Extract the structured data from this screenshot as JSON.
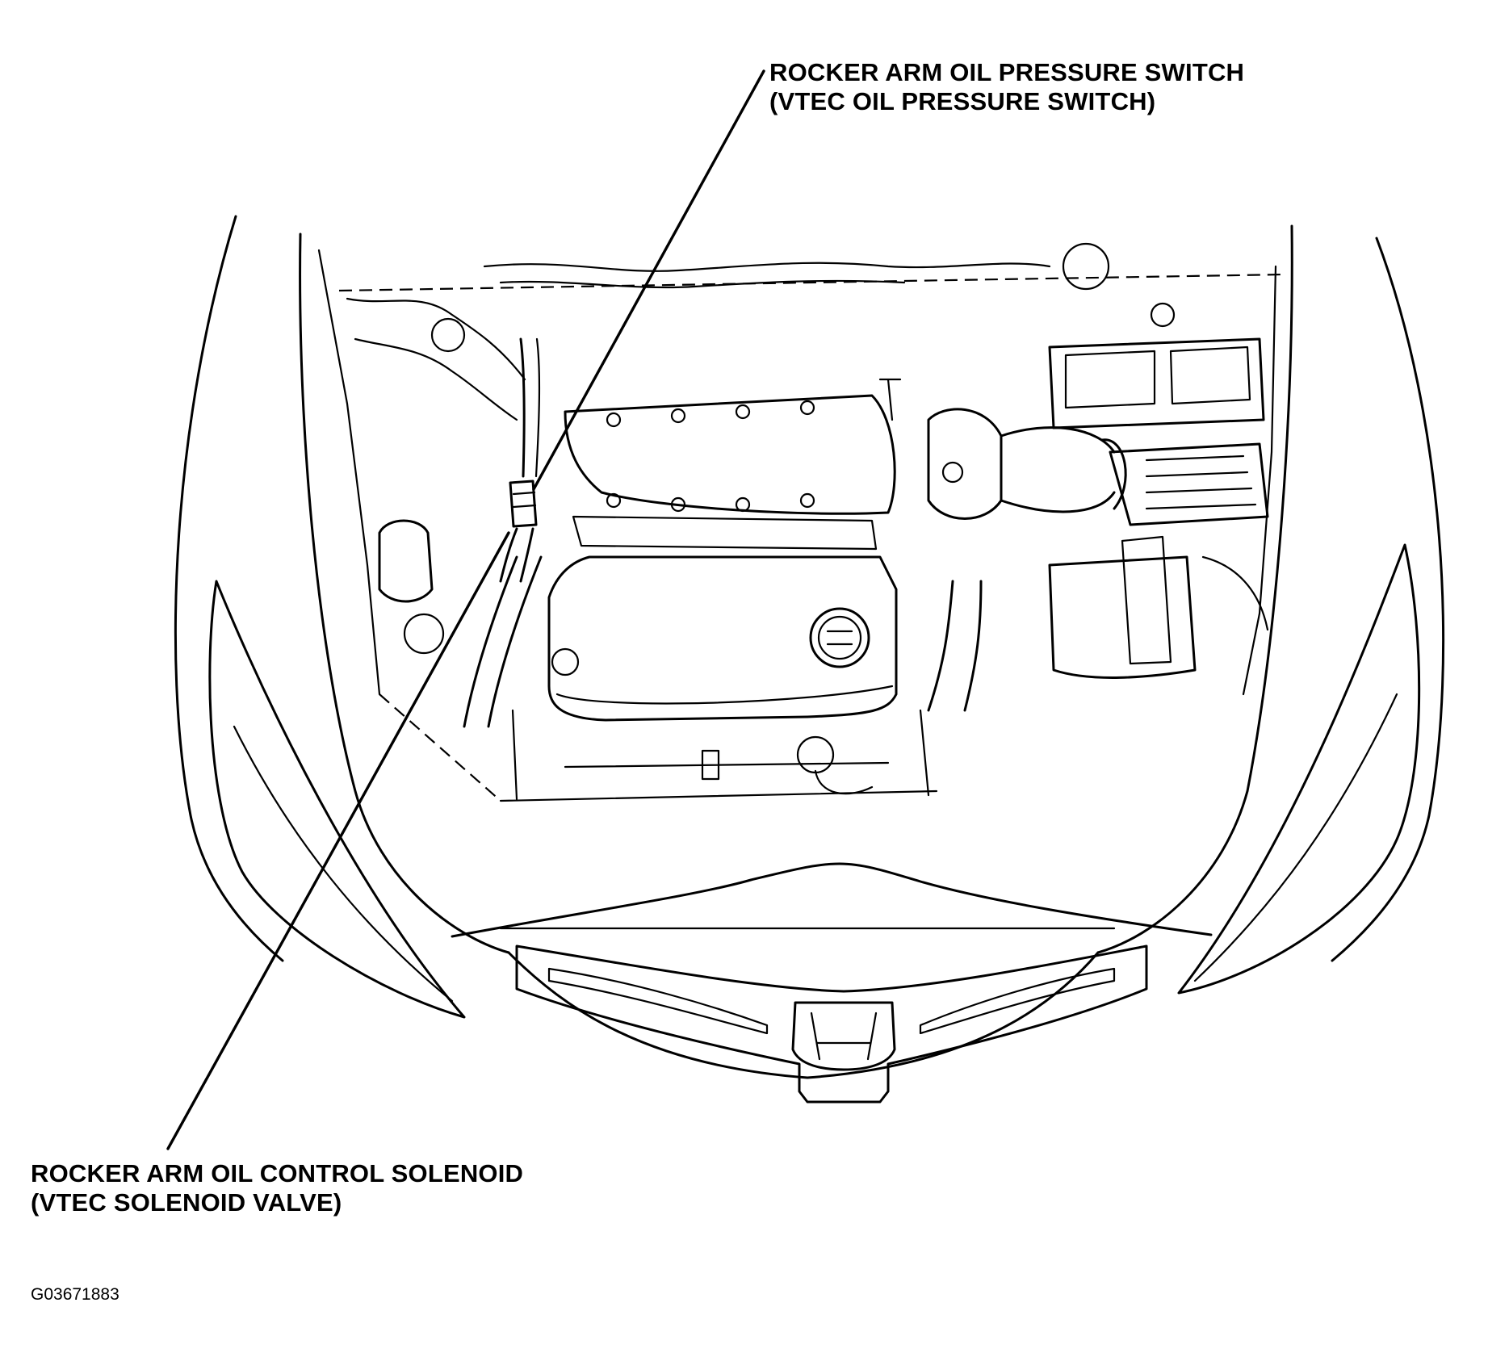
{
  "callouts": {
    "pressure_switch": {
      "line1": "ROCKER ARM OIL PRESSURE SWITCH",
      "line2": "(VTEC OIL PRESSURE SWITCH)"
    },
    "solenoid": {
      "line1": "ROCKER ARM OIL CONTROL SOLENOID",
      "line2": "(VTEC SOLENOID VALVE)"
    }
  },
  "figure_id": "G03671883",
  "colors": {
    "line": "#000000",
    "background": "#ffffff"
  }
}
